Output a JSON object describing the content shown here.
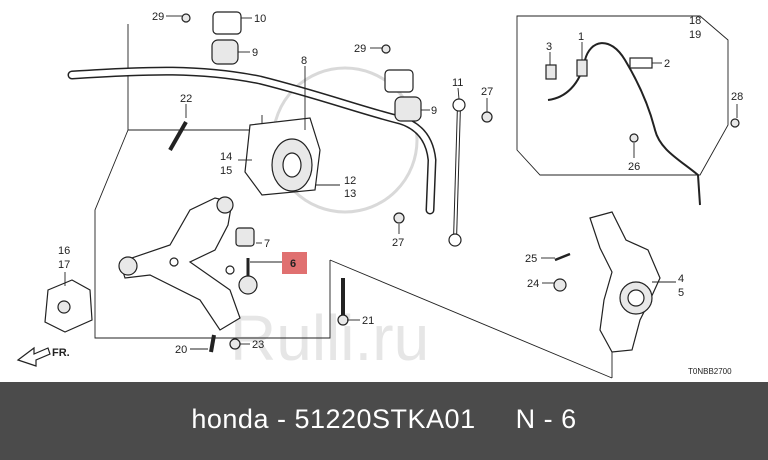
{
  "callouts": {
    "c29a": "29",
    "c10": "10",
    "c9a": "9",
    "c8": "8",
    "c29b": "29",
    "c9b": "9",
    "c11": "11",
    "c27a": "27",
    "c22": "22",
    "c14": "14",
    "c15": "15",
    "c12": "12",
    "c13": "13",
    "c27b": "27",
    "c7": "7",
    "c6": "6",
    "c16": "16",
    "c17": "17",
    "c21": "21",
    "c20": "20",
    "c23": "23",
    "c18": "18",
    "c19": "19",
    "c3": "3",
    "c1": "1",
    "c2": "2",
    "c28": "28",
    "c26": "26",
    "c25": "25",
    "c24": "24",
    "c4": "4",
    "c5": "5"
  },
  "fr_label": "FR.",
  "diagram_code": "T0NBB2700",
  "watermark": "Rulli.ru",
  "highlight_color": "#e07070",
  "footer": {
    "text": "honda - 51220STKA01     N - 6"
  }
}
